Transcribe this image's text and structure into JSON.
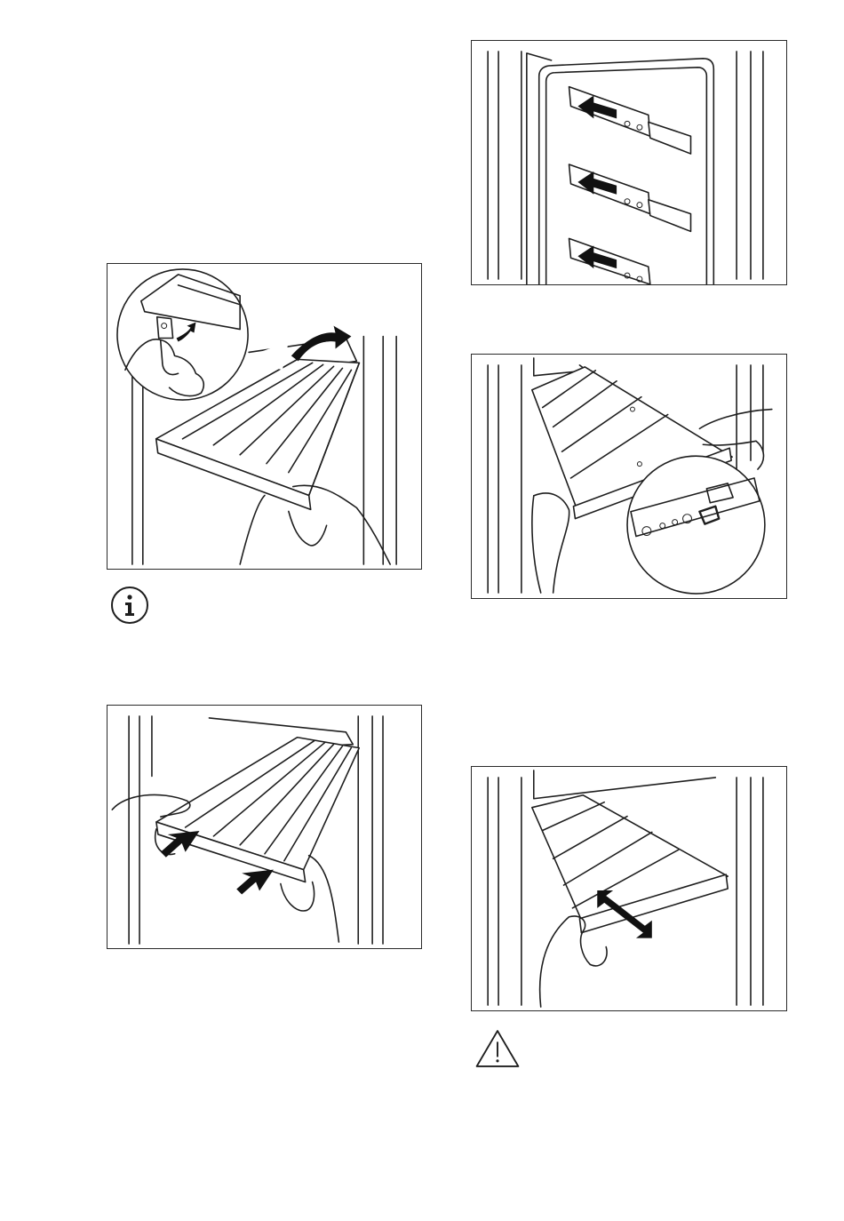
{
  "page": {
    "figures": [
      {
        "id": "remove-shelf",
        "icon": "shelf-lift-illustration"
      },
      {
        "id": "slide-shelf-out",
        "icon": "shelf-pull-illustration"
      },
      {
        "id": "shelf-rails",
        "icon": "shelf-rail-arrows-illustration"
      },
      {
        "id": "insert-shelf",
        "icon": "shelf-insert-illustration"
      },
      {
        "id": "adjust-shelf",
        "icon": "shelf-slide-illustration"
      }
    ],
    "notes": [
      {
        "type": "information",
        "icon": "info-icon"
      },
      {
        "type": "warning",
        "icon": "warning-icon"
      }
    ],
    "colors": {
      "ink": "#1e1e1e",
      "background": "#ffffff"
    }
  }
}
